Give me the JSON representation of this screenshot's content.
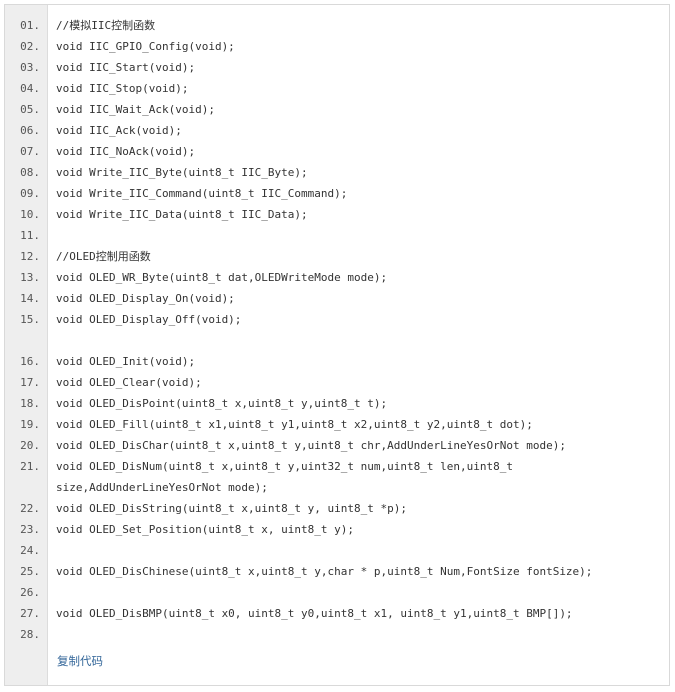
{
  "lines": [
    {
      "no": "01.",
      "text": "//模拟IIC控制函数"
    },
    {
      "no": "02.",
      "text": "void IIC_GPIO_Config(void);"
    },
    {
      "no": "03.",
      "text": "void IIC_Start(void);"
    },
    {
      "no": "04.",
      "text": "void IIC_Stop(void);"
    },
    {
      "no": "05.",
      "text": "void IIC_Wait_Ack(void);"
    },
    {
      "no": "06.",
      "text": "void IIC_Ack(void);"
    },
    {
      "no": "07.",
      "text": "void IIC_NoAck(void);"
    },
    {
      "no": "08.",
      "text": "void Write_IIC_Byte(uint8_t IIC_Byte);"
    },
    {
      "no": "09.",
      "text": "void Write_IIC_Command(uint8_t IIC_Command);"
    },
    {
      "no": "10.",
      "text": "void Write_IIC_Data(uint8_t IIC_Data);"
    },
    {
      "no": "11.",
      "text": ""
    },
    {
      "no": "12.",
      "text": "//OLED控制用函数"
    },
    {
      "no": "13.",
      "text": "void OLED_WR_Byte(uint8_t dat,OLEDWriteMode mode);"
    },
    {
      "no": "14.",
      "text": "void OLED_Display_On(void);"
    },
    {
      "no": "15.",
      "text": "void OLED_Display_Off(void);"
    },
    {
      "no": "",
      "text": ""
    },
    {
      "no": "16.",
      "text": "void OLED_Init(void);"
    },
    {
      "no": "17.",
      "text": "void OLED_Clear(void);"
    },
    {
      "no": "18.",
      "text": "void OLED_DisPoint(uint8_t x,uint8_t y,uint8_t t);"
    },
    {
      "no": "19.",
      "text": "void OLED_Fill(uint8_t x1,uint8_t y1,uint8_t x2,uint8_t y2,uint8_t dot);"
    },
    {
      "no": "20.",
      "text": "void OLED_DisChar(uint8_t x,uint8_t y,uint8_t chr,AddUnderLineYesOrNot mode);"
    },
    {
      "no": "21.",
      "text": "void OLED_DisNum(uint8_t x,uint8_t y,uint32_t num,uint8_t len,uint8_t"
    },
    {
      "no": "",
      "text": "size,AddUnderLineYesOrNot mode);"
    },
    {
      "no": "22.",
      "text": "void OLED_DisString(uint8_t x,uint8_t y, uint8_t *p);"
    },
    {
      "no": "23.",
      "text": "void OLED_Set_Position(uint8_t x, uint8_t y);"
    },
    {
      "no": "24.",
      "text": ""
    },
    {
      "no": "25.",
      "text": "void OLED_DisChinese(uint8_t x,uint8_t y,char * p,uint8_t Num,FontSize fontSize);"
    },
    {
      "no": "26.",
      "text": ""
    },
    {
      "no": "27.",
      "text": "void OLED_DisBMP(uint8_t x0, uint8_t y0,uint8_t x1, uint8_t y1,uint8_t BMP[]);"
    },
    {
      "no": "28.",
      "text": ""
    }
  ],
  "copy_label": "复制代码"
}
